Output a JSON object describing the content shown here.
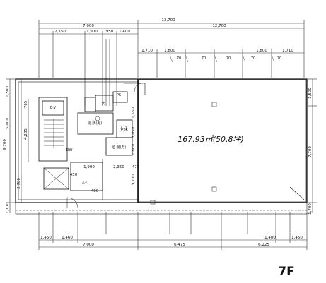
{
  "floor_label": "7F",
  "area_label": "167.93㎡(50.8坪)",
  "rooms": {
    "restroom": "便 所(男)",
    "restroom_w": "女",
    "kitchen": "給 湯(男)",
    "eps": "EPS",
    "stair": "E·V",
    "ev_lobby": "△·L",
    "ps": "PS",
    "dw": "DW"
  },
  "top_dims": {
    "overall": "13,700",
    "left": "7,000",
    "right": "12,700",
    "sub": [
      "2,750",
      "1,900",
      "950",
      "1,400"
    ],
    "row3": [
      "1,710",
      "1,800",
      "1,800",
      "1,710"
    ]
  },
  "bottom_dims": {
    "row1": [
      "1,450",
      "1,460",
      "1,400",
      "1,450"
    ],
    "row2": [
      "7,000",
      "6,475",
      "6,225"
    ]
  },
  "left_dims": [
    "1,500",
    "5,000",
    "9,700",
    "4,235",
    "765",
    "2,700",
    "1,700"
  ],
  "right_dims": [
    "1,500",
    "7,700",
    "1,700"
  ],
  "inner_dims": [
    "1,550",
    "3,050",
    "1,800",
    "3,200",
    "1,900",
    "2,350",
    "475",
    "450",
    "400"
  ],
  "window_marks": [
    "70",
    "70",
    "70",
    "70",
    "70"
  ]
}
